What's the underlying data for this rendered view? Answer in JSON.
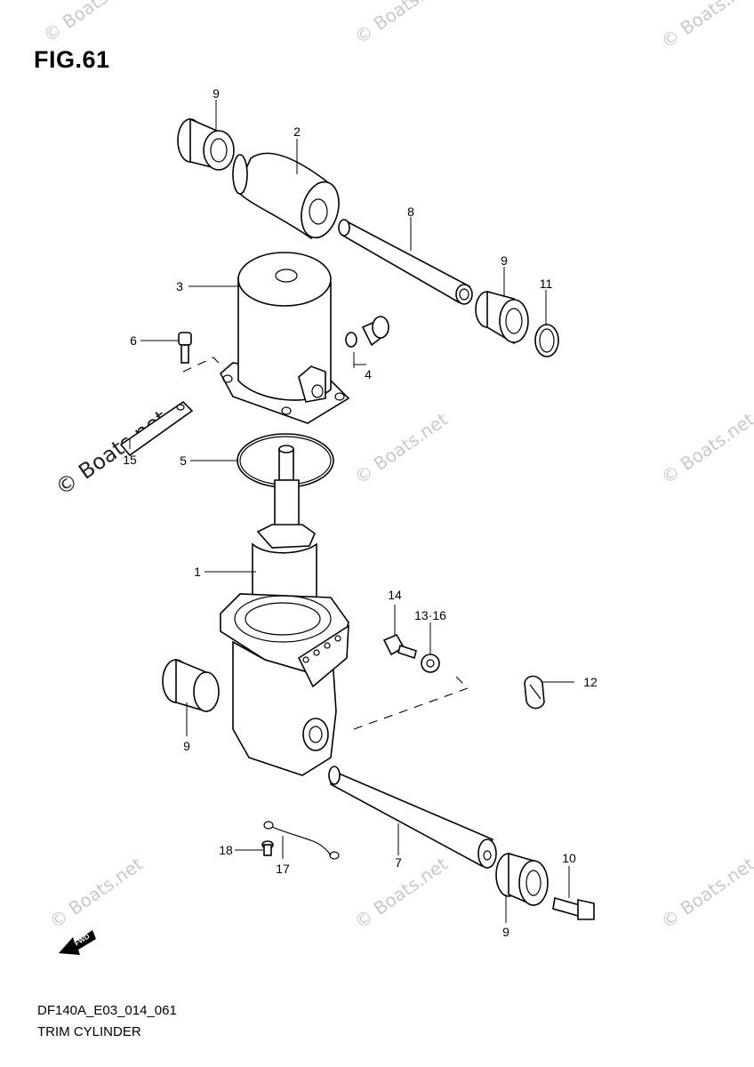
{
  "figure": {
    "title": "FIG.61",
    "code": "DF140A_E03_014_061",
    "name": "TRIM CYLINDER"
  },
  "callouts": {
    "c1": "1",
    "c2": "2",
    "c3": "3",
    "c4": "4",
    "c5": "5",
    "c6": "6",
    "c7": "7",
    "c8": "8",
    "c9a": "9",
    "c9b": "9",
    "c9c": "9",
    "c9d": "9",
    "c10": "10",
    "c11": "11",
    "c12": "12",
    "c13_16": "13·16",
    "c14": "14",
    "c15": "15",
    "c17": "17",
    "c18": "18"
  },
  "fwd_label": "FWD",
  "watermark": {
    "small": "© Boats.net",
    "large": "© Boats.net"
  }
}
